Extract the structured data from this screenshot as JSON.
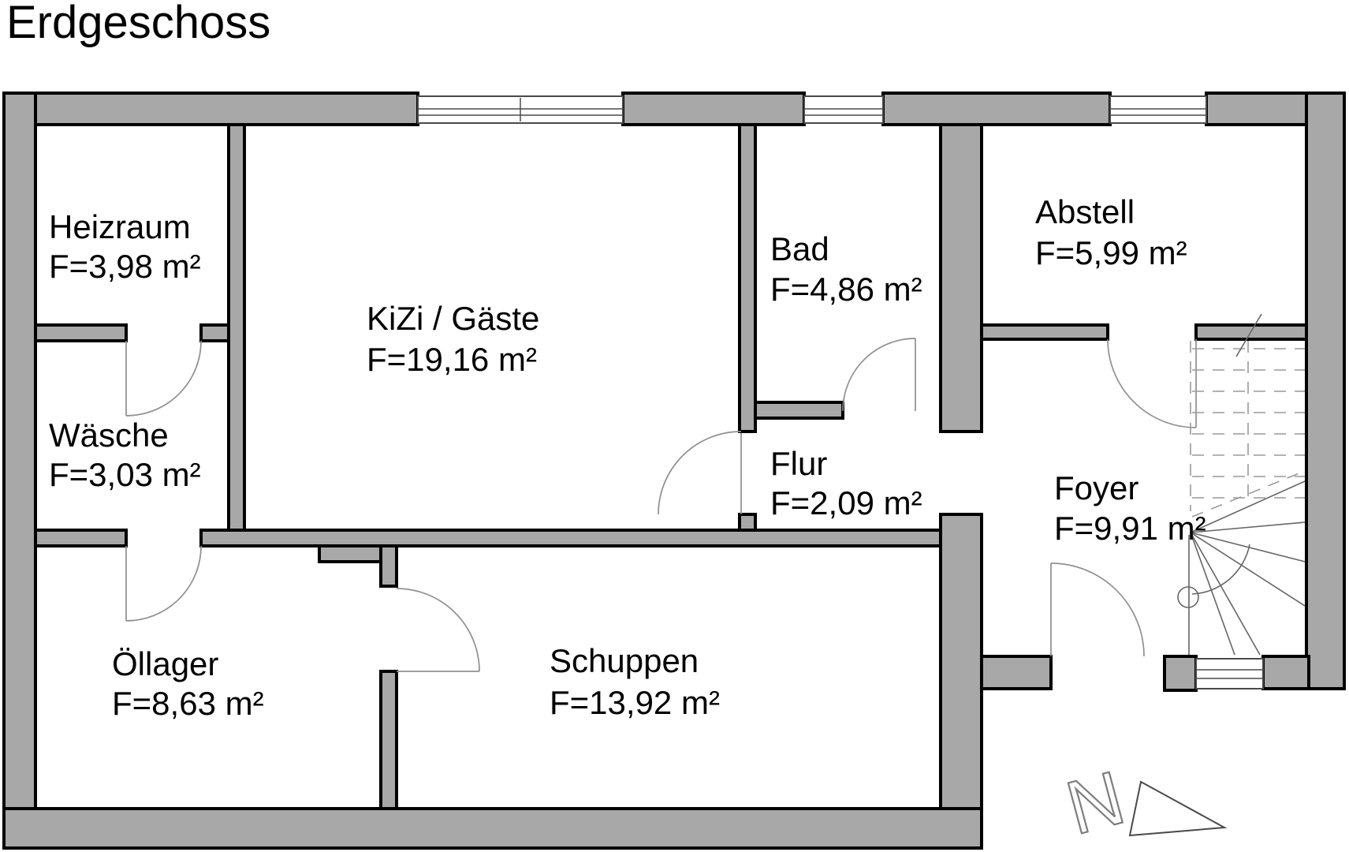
{
  "title": "Erdgeschoss",
  "rooms": [
    {
      "id": "heizraum",
      "name": "Heizraum",
      "area": "F=3,98 m²"
    },
    {
      "id": "waesche",
      "name": "Wäsche",
      "area": "F=3,03 m²"
    },
    {
      "id": "kizi",
      "name": "KiZi / Gäste",
      "area": "F=19,16 m²"
    },
    {
      "id": "bad",
      "name": "Bad",
      "area": "F=4,86 m²"
    },
    {
      "id": "abstell",
      "name": "Abstell",
      "area": "F=5,99 m²"
    },
    {
      "id": "flur",
      "name": "Flur",
      "area": "F=2,09 m²"
    },
    {
      "id": "foyer",
      "name": "Foyer",
      "area": "F=9,91 m²"
    },
    {
      "id": "oellager",
      "name": "Öllager",
      "area": "F=8,63 m²"
    },
    {
      "id": "schuppen",
      "name": "Schuppen",
      "area": "F=13,92 m²"
    }
  ],
  "north_arrow": {
    "label": "N"
  },
  "colors": {
    "background": "#ffffff",
    "wall_fill": "#a8a8a8",
    "wall_outline": "#000000",
    "door_line": "#909090"
  }
}
